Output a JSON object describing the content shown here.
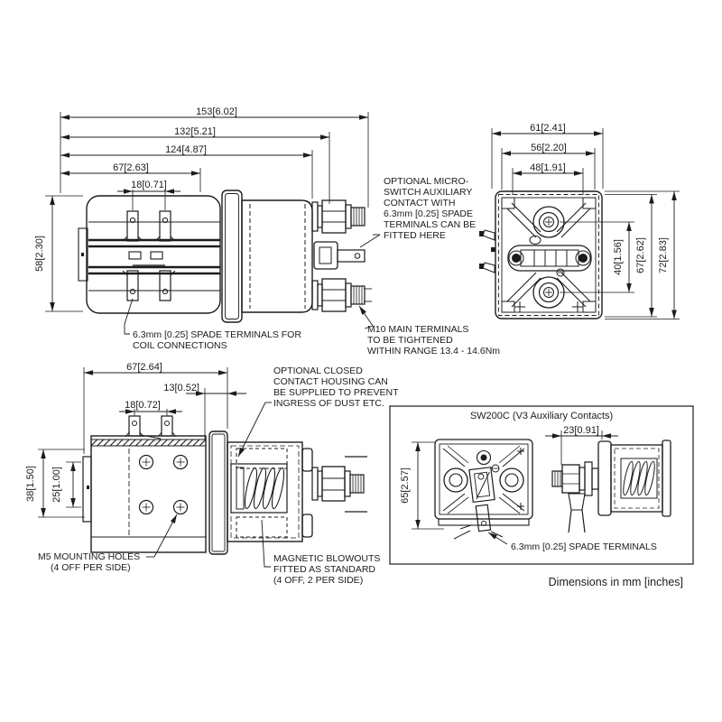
{
  "page": {
    "background": "#ffffff",
    "line_color": "#1c1c1c",
    "units_note": "Dimensions in mm [inches]"
  },
  "side_view": {
    "dims": {
      "overall_length": "153[6.02]",
      "length_to_terminal": "132[5.21]",
      "length_to_housing": "124[4.87]",
      "coil_length": "67[2.63]",
      "spade_spacing": "18[0.71]",
      "body_height": "58[2.30]"
    },
    "annotations": {
      "microswitch": [
        "OPTIONAL MICRO-",
        "SWITCH AUXILIARY",
        "CONTACT WITH",
        "6.3mm [0.25] SPADE",
        "TERMINALS CAN BE",
        "FITTED HERE"
      ],
      "main_terminals": [
        "M10 MAIN TERMINALS",
        "TO BE TIGHTENED",
        "WITHIN RANGE 13.4 - 14.6Nm"
      ],
      "coil_spades": [
        "6.3mm [0.25] SPADE TERMINALS FOR",
        "COIL CONNECTIONS"
      ]
    }
  },
  "top_view": {
    "dims": {
      "overall_width": "61[2.41]",
      "inner_width": "56[2.20]",
      "plate_width": "48[1.91]",
      "terminal_spacing": "40[1.56]",
      "inner_depth": "67[2.62]",
      "overall_depth": "72[2.83]"
    }
  },
  "mounting_view": {
    "dims": {
      "overall": "67[2.64]",
      "offset": "13[0.52]",
      "spade_spacing": "18[0.72]",
      "hole_height": "38[1.50]",
      "hole_spacing": "25[1.00]"
    },
    "annotations": {
      "housing": [
        "OPTIONAL CLOSED",
        "CONTACT HOUSING CAN",
        "BE SUPPLIED TO PREVENT",
        "INGRESS OF DUST ETC."
      ],
      "mounting_holes": [
        "M5 MOUNTING HOLES",
        "(4 OFF PER SIDE)"
      ],
      "blowouts": [
        "MAGNETIC BLOWOUTS",
        "FITTED AS STANDARD",
        "(4 OFF, 2 PER SIDE)"
      ]
    }
  },
  "aux_box": {
    "title": "SW200C (V3 Auxiliary Contacts)",
    "dims": {
      "height": "65[2.57]",
      "depth": "23[0.91]"
    },
    "annotation_spade": "6.3mm [0.25] SPADE TERMINALS"
  }
}
